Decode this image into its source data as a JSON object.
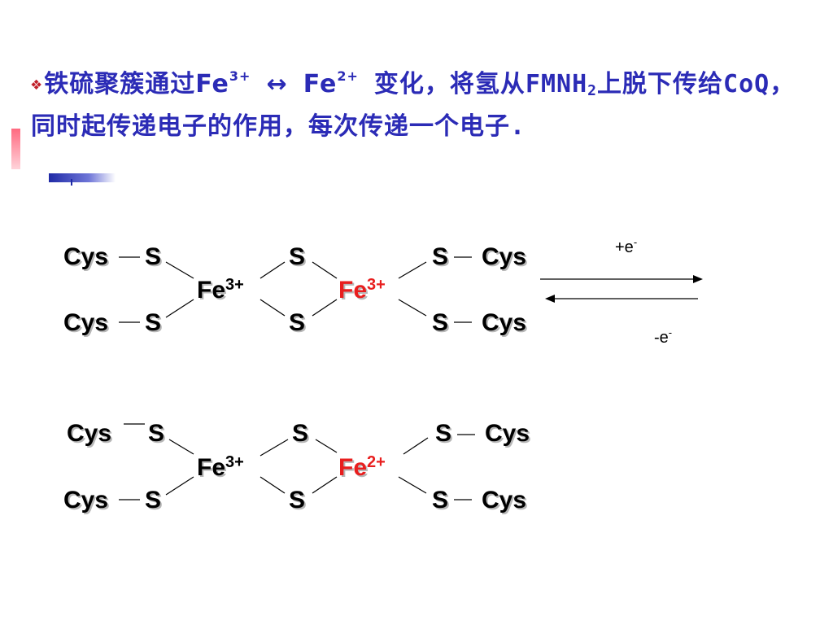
{
  "title": {
    "bullet": "❖",
    "part1": "铁硫聚簇通过",
    "fe_a": "Fe",
    "fe_a_sup": "3+",
    "arrow": "↔",
    "fe_b": "Fe",
    "fe_b_sup": "2+",
    "part2": "变化，将氢从FMNH",
    "sub2": "2",
    "part3": "上脱下传给CoQ，同时起传递电子的作用，每次传递一个电子."
  },
  "diagram": {
    "cys": "Cys",
    "s": "S",
    "top_cluster": {
      "fe_left": "Fe",
      "fe_left_sup": "3+",
      "fe_right": "Fe",
      "fe_right_sup": "3+"
    },
    "bottom_cluster": {
      "fe_left": "Fe",
      "fe_left_sup": "3+",
      "fe_right": "Fe",
      "fe_right_sup": "2+"
    },
    "arrow_forward_label": "+e",
    "arrow_reverse_label": "-e",
    "electron_superscript": "-",
    "colors": {
      "title": "#2b2bb6",
      "reduced_iron": "#e81e1e",
      "text": "#000000"
    }
  }
}
